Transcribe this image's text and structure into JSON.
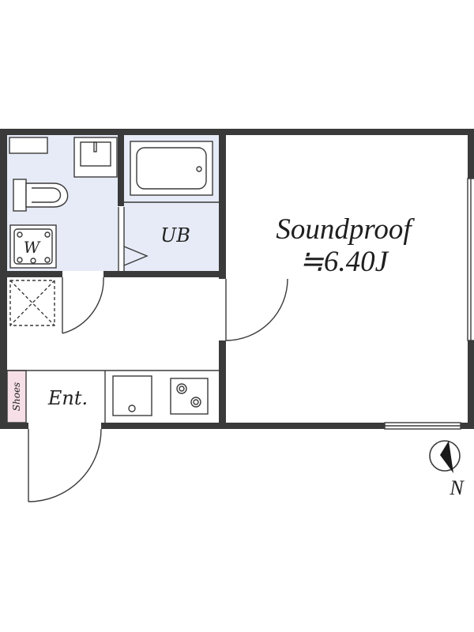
{
  "rooms": {
    "main_room": {
      "label": "Soundproof",
      "size": "≒6.40J"
    },
    "bath": {
      "label": "UB"
    },
    "washer": {
      "label": "W"
    },
    "entrance": {
      "label": "Ent."
    },
    "shoes": {
      "label": "Shoes"
    }
  },
  "compass": {
    "label": "N"
  },
  "colors": {
    "wall": "#3a3a3a",
    "wet_area": "#e6ebf7",
    "shoe_storage": "#f6dfe7",
    "background": "#ffffff"
  }
}
